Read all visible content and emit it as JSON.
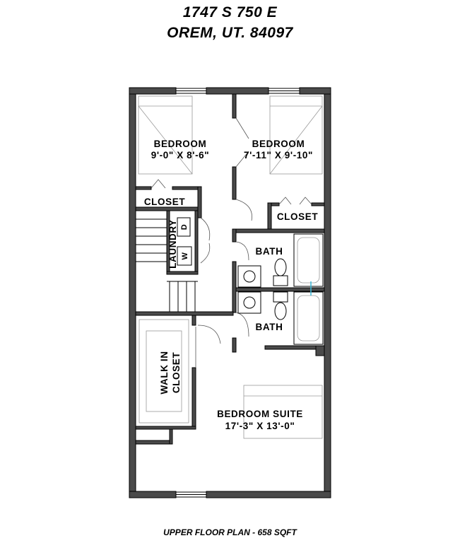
{
  "header": {
    "address_line1": "1747 S 750 E",
    "address_line2": "OREM, UT. 84097"
  },
  "rooms": {
    "bedroom_1": {
      "name": "BEDROOM",
      "dims": "9'-0\" X 8'-6\""
    },
    "bedroom_2": {
      "name": "BEDROOM",
      "dims": "7'-11\" X 9'-10\""
    },
    "closet_left": "CLOSET",
    "closet_right": "CLOSET",
    "laundry": "LAUNDRY",
    "dryer_mark": "D",
    "washer_mark": "W",
    "bath_upper": "BATH",
    "bath_lower": "BATH",
    "walk_in_closet_line1": "WALK IN",
    "walk_in_closet_line2": "CLOSET",
    "bedroom_suite": {
      "name": "BEDROOM SUITE",
      "dims": "17'-3\" X 13'-0\""
    }
  },
  "footer": {
    "caption": "UPPER FLOOR PLAN - 658 SQFT"
  }
}
